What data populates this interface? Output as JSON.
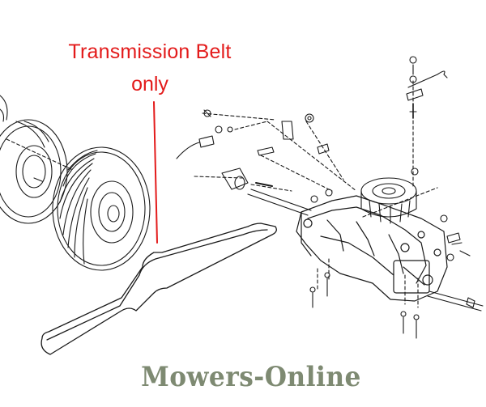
{
  "callout": {
    "line1": "Transmission Belt",
    "line2": "only",
    "color": "#e31b1b"
  },
  "watermark": {
    "text": "Mowers-Online",
    "color": "#7e8a72"
  },
  "diagram": {
    "parts": [
      "wheel",
      "wheel-hub",
      "transmission-belt",
      "transaxle",
      "cooling-fan",
      "axle",
      "shift-linkage",
      "mounting-bolts",
      "bracket",
      "spring-rod"
    ]
  }
}
